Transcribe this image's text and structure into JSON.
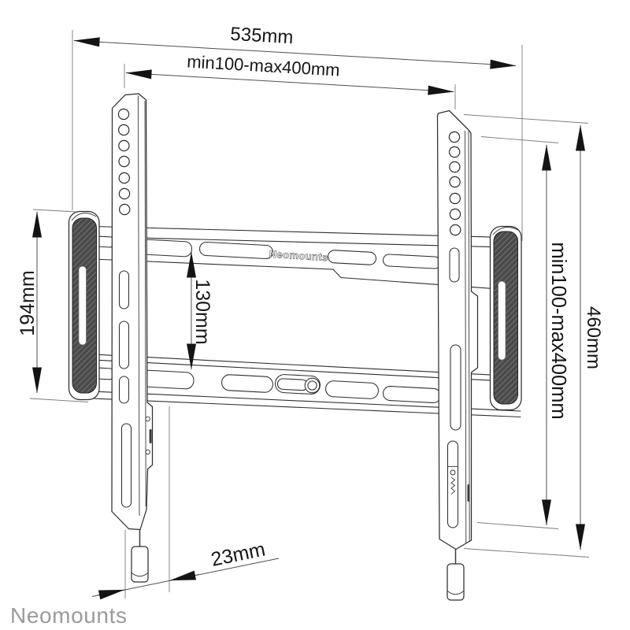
{
  "diagram": {
    "brand_logo": "Neomounts",
    "product_emboss": "Neomounts",
    "dimensions": {
      "total_width": "535mm",
      "vesa_width": "min100-max400mm",
      "left_height": "194mm",
      "rail_spacing": "130mm",
      "vesa_height": "min100-max400mm",
      "bracket_height": "460mm",
      "wall_depth": "23mm"
    },
    "colors": {
      "background": "#ffffff",
      "outline": "#2e2e2e",
      "dimension_line": "#4f4f4f",
      "extension_line": "#7a7a7a",
      "dimension_text": "#161616",
      "arrow": "#141414",
      "cap_fill": "#4a4a4a",
      "cap_hatch": "#8e8e8e",
      "logo_gray": "#9b9b9b"
    }
  }
}
